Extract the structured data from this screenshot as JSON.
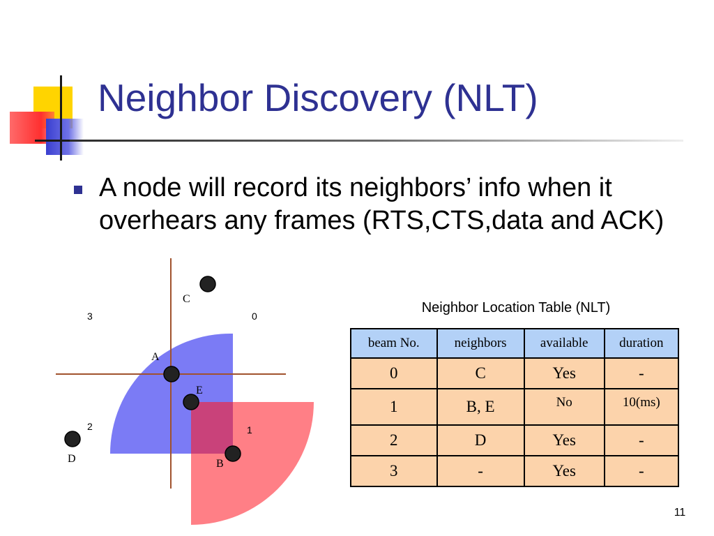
{
  "slide": {
    "title": "Neighbor Discovery (NLT)",
    "bullet": "A node will record its neighbors’ info when it overhears any frames (RTS,CTS,data and ACK)",
    "page_number": "11"
  },
  "colors": {
    "title": "#2e3192",
    "blue_sector": "#7b7bf5",
    "red_sector": "#ff7f86",
    "overlap": "#c9427a",
    "axis": "#a0522d",
    "header_fill": "#b3d1f7",
    "row_fill": "#fcd3ab"
  },
  "diagram": {
    "beam_labels": [
      "0",
      "1",
      "2",
      "3"
    ],
    "nodes": [
      {
        "id": "C",
        "label": "C"
      },
      {
        "id": "A",
        "label": "A"
      },
      {
        "id": "E",
        "label": "E"
      },
      {
        "id": "D",
        "label": "D"
      },
      {
        "id": "B",
        "label": "B"
      }
    ]
  },
  "table": {
    "caption": "Neighbor Location Table (NLT)",
    "headers": [
      "beam No.",
      "neighbors",
      "available",
      "duration"
    ],
    "rows": [
      [
        "0",
        "C",
        "Yes",
        "-"
      ],
      [
        "1",
        "B, E",
        "No",
        "10(ms)"
      ],
      [
        "2",
        "D",
        "Yes",
        "-"
      ],
      [
        "3",
        "-",
        "Yes",
        "-"
      ]
    ]
  }
}
